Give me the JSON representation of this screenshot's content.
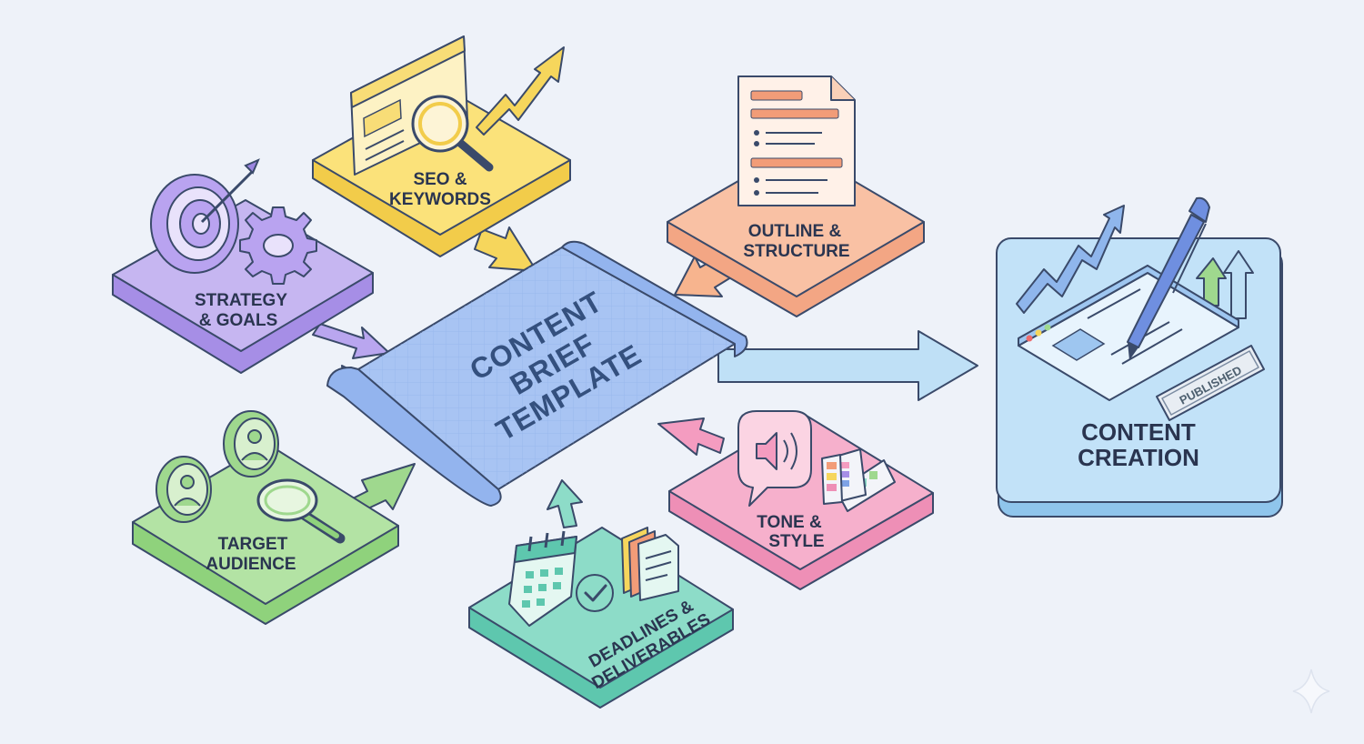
{
  "center": {
    "lines": [
      "CONTENT",
      "BRIEF",
      "TEMPLATE"
    ]
  },
  "nodes": {
    "strategy": {
      "lines": [
        "STRATEGY",
        "& GOALS"
      ]
    },
    "seo": {
      "lines": [
        "SEO &",
        "KEYWORDS"
      ]
    },
    "outline": {
      "lines": [
        "OUTLINE &",
        "STRUCTURE"
      ]
    },
    "tone": {
      "lines": [
        "TONE &",
        "STYLE"
      ]
    },
    "deadlines": {
      "lines": [
        "DEADLINES &",
        "DELIVERABLES"
      ]
    },
    "audience": {
      "lines": [
        "TARGET",
        "AUDIENCE"
      ]
    },
    "creation": {
      "lines": [
        "CONTENT",
        "CREATION"
      ],
      "badge": "PUBLISHED"
    }
  },
  "colors": {
    "background": "#eef2f9",
    "strategy": "#c6b6f1",
    "seo": "#fbe27a",
    "outline": "#f9c1a4",
    "tone": "#f6b0cc",
    "deadlines": "#8ddcc8",
    "audience": "#b3e3a4",
    "creation": "#c2e2f8",
    "template": "#a8c4f3",
    "outline_stroke": "#3a4a6a"
  }
}
